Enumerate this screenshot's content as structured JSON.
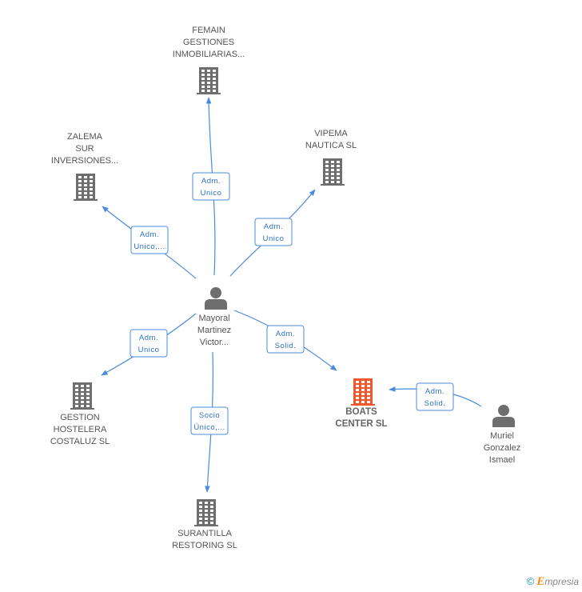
{
  "nodes": [
    {
      "id": "femain",
      "kind": "company",
      "lines": [
        "FEMAIN",
        "GESTIONES",
        "INMOBILIARIAS..."
      ],
      "highlight": false
    },
    {
      "id": "zalema",
      "kind": "company",
      "lines": [
        "ZALEMA",
        "SUR",
        "INVERSIONES..."
      ],
      "highlight": false
    },
    {
      "id": "vipema",
      "kind": "company",
      "lines": [
        "VIPEMA",
        "NAUTICA SL"
      ],
      "highlight": false
    },
    {
      "id": "mayoral",
      "kind": "person",
      "lines": [
        "Mayoral",
        "Martinez",
        "Victor..."
      ],
      "highlight": false
    },
    {
      "id": "gestion",
      "kind": "company",
      "lines": [
        "GESTION",
        "HOSTELERA",
        "COSTALUZ SL"
      ],
      "highlight": false
    },
    {
      "id": "boats",
      "kind": "company",
      "lines": [
        "BOATS",
        "CENTER SL"
      ],
      "highlight": true
    },
    {
      "id": "muriel",
      "kind": "person",
      "lines": [
        "Muriel",
        "Gonzalez",
        "Ismael"
      ],
      "highlight": false
    },
    {
      "id": "surantilla",
      "kind": "company",
      "lines": [
        "SURANTILLA",
        "RESTORING SL"
      ],
      "highlight": false
    }
  ],
  "edges": [
    {
      "id": "e-femain",
      "from": "mayoral",
      "to": "femain",
      "lines": [
        "Adm.",
        "Unico"
      ]
    },
    {
      "id": "e-zalema",
      "from": "mayoral",
      "to": "zalema",
      "lines": [
        "Adm.",
        "Unico,..."
      ]
    },
    {
      "id": "e-vipema",
      "from": "mayoral",
      "to": "vipema",
      "lines": [
        "Adm.",
        "Unico"
      ]
    },
    {
      "id": "e-gestion",
      "from": "mayoral",
      "to": "gestion",
      "lines": [
        "Adm.",
        "Unico"
      ]
    },
    {
      "id": "e-boats-mayoral",
      "from": "mayoral",
      "to": "boats",
      "lines": [
        "Adm.",
        "Solid."
      ]
    },
    {
      "id": "e-surantilla",
      "from": "mayoral",
      "to": "surantilla",
      "lines": [
        "Socio",
        "Único,..."
      ]
    },
    {
      "id": "e-boats-muriel",
      "from": "muriel",
      "to": "boats",
      "lines": [
        "Adm.",
        "Solid."
      ]
    }
  ],
  "colors": {
    "company": "#6e6e6e",
    "company_highlight": "#f0572a",
    "person": "#6e6e6e",
    "edge": "#4a8bdc",
    "edge_text": "#2a6fc9"
  },
  "credit": {
    "copyright": "©",
    "brand_first": "E",
    "brand_rest": "mpresia"
  }
}
